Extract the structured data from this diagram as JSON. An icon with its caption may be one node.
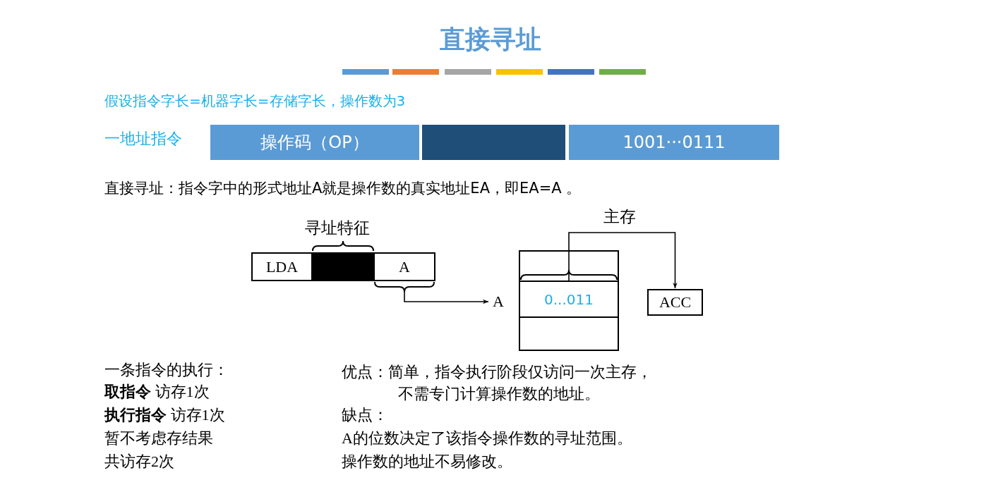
{
  "diagram": {
    "title": "直接寻址",
    "nodes": [
      {
        "text": [
          "操作码（OP）"
        ]
      },
      {
        "text": [],
        "shape": "box"
      },
      {
        "text": [
          "1001···0111"
        ]
      },
      {
        "text": [
          "LDA"
        ]
      },
      {
        "text": [],
        "shape": "box"
      },
      {
        "text": [
          "A"
        ]
      },
      {
        "text": [
          "A"
        ]
      },
      {
        "text": [],
        "shape": "box"
      },
      {
        "text": [
          "0...011"
        ],
        "in": 7
      },
      {
        "text": [
          "ACC"
        ]
      }
    ],
    "edges": [
      {
        "from": 5,
        "to": 6,
        "arrow": "to"
      },
      {
        "from": 8,
        "to": 9,
        "arrow": "to"
      }
    ],
    "labels": [
      "假设指令字长=机器字长=存储字长，操作数为3",
      "一地址指令",
      "直接寻址：指令字中的形式地址A就是操作数的真实地址EA，即EA=A 。",
      "寻址特征",
      "主存",
      "一条指令的执行：",
      "**取指令** 访存1次",
      "**执行指令** 访存1次",
      "暂不考虑存结果",
      "共访存2次",
      "优点：简单，指令执行阶段仅访问一次主存，不需专门计算操作数的地址。",
      "缺点：",
      "A的位数决定了该指令操作数的寻址范围。",
      "操作数的地址不易修改。"
    ]
  }
}
